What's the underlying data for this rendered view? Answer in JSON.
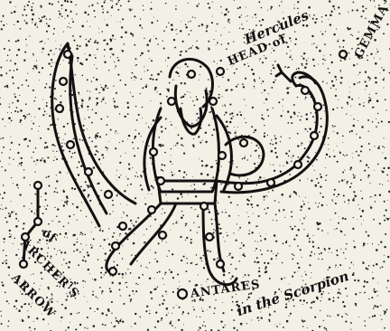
{
  "colors": {
    "paper": "#f3f0e6",
    "ink": "#111111",
    "speckle": "#222222"
  },
  "labels": {
    "head_line1": "HEAD of",
    "head_line2": "Hercules",
    "gemma": "GEMMA",
    "archers_line1": "of",
    "archers_line2": "ARCHER'S",
    "archers_line3": "ARROW",
    "antares": "ANTARES",
    "scorpion": "in the Scorpion"
  }
}
